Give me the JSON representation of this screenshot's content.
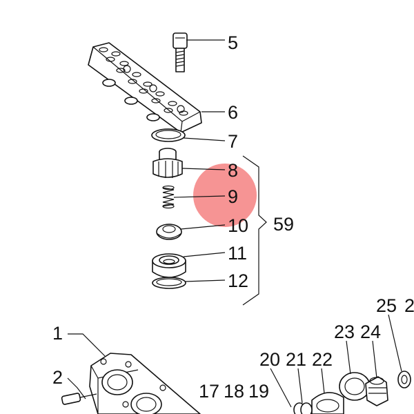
{
  "diagram": {
    "highlight_color": "#f26b6b",
    "highlighted_label": "9",
    "labels": {
      "l5": "5",
      "l6": "6",
      "l7": "7",
      "l8": "8",
      "l9": "9",
      "l10": "10",
      "l11": "11",
      "l12": "12",
      "l59": "59",
      "l1": "1",
      "l2": "2",
      "l17": "17",
      "l18": "18",
      "l19": "19",
      "l20": "20",
      "l21": "21",
      "l22": "22",
      "l23": "23",
      "l24": "24",
      "l25": "25",
      "l26": "2"
    }
  }
}
